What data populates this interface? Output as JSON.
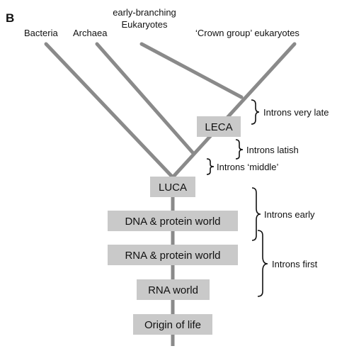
{
  "figure": {
    "panel_label": "B",
    "colors": {
      "branch": "#8a8a8a",
      "box": "#c9c9c9",
      "text": "#111111"
    }
  },
  "lineages": {
    "bacteria": "Bacteria",
    "archaea": "Archaea",
    "early_euk_line1": "early-branching",
    "early_euk_line2": "Eukaryotes",
    "crown": "‘Crown group’ eukaryotes"
  },
  "nodes": {
    "leca": "LECA",
    "luca": "LUCA",
    "dna_protein": "DNA & protein world",
    "rna_protein": "RNA & protein world",
    "rna_world": "RNA world",
    "origin": "Origin of life"
  },
  "hypotheses": {
    "very_late": "Introns very late",
    "latish": "Introns latish",
    "middle": "Introns ‘middle’",
    "early": "Introns early",
    "first": "Introns first"
  }
}
